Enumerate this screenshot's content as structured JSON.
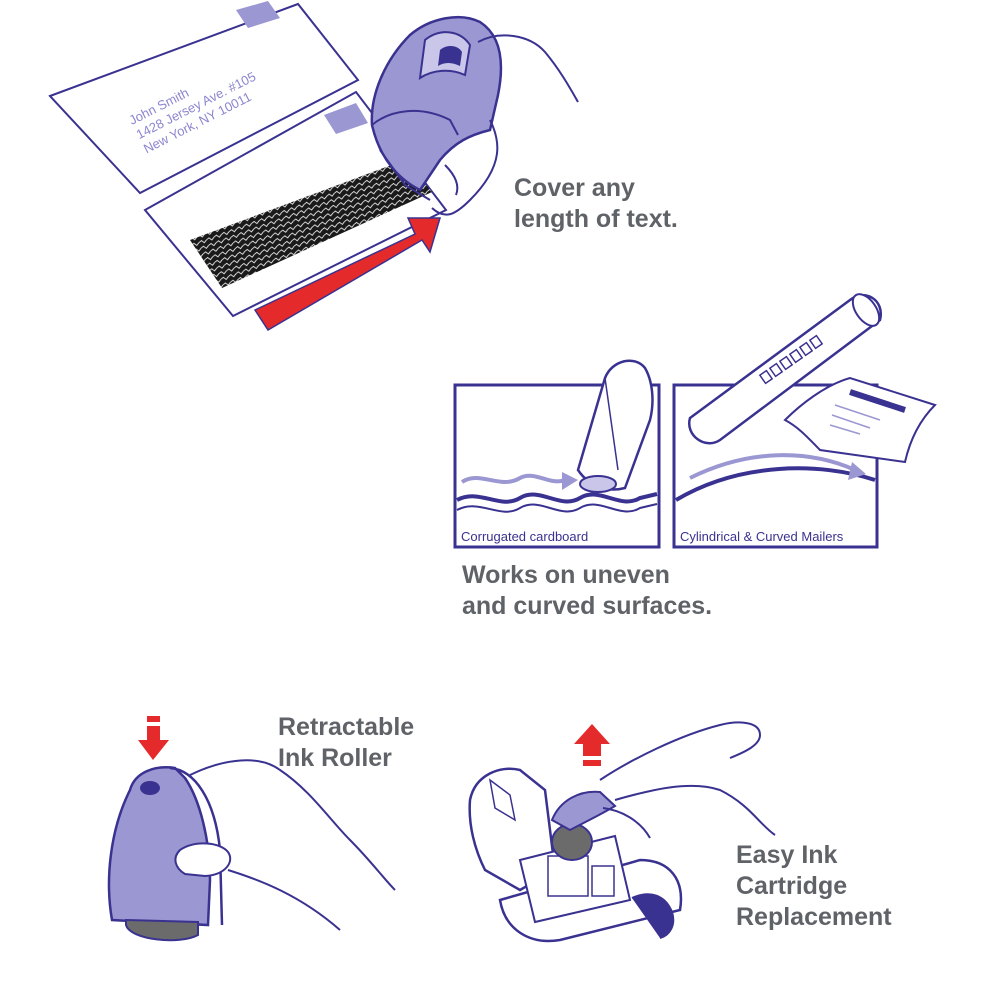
{
  "colors": {
    "outline": "#3a3290",
    "device_fill": "#9b97d2",
    "device_light": "#c9c6ea",
    "arrow_red": "#e42a2a",
    "caption_gray": "#5f6368",
    "roller": "#6b6b6b"
  },
  "envelope": {
    "address_lines": [
      "John Smith",
      "1428 Jersey Ave. #105",
      "New York, NY 10011"
    ]
  },
  "captions": {
    "cover": [
      "Cover any",
      "length of text."
    ],
    "uneven": [
      "Works on uneven",
      "and curved surfaces."
    ],
    "retractable": [
      "Retractable",
      "Ink Roller"
    ],
    "cartridge": [
      "Easy Ink",
      "Cartridge",
      "Replacement"
    ]
  },
  "panels": {
    "left_label": "Corrugated cardboard",
    "right_label": "Cylindrical & Curved Mailers"
  },
  "icons": [
    "red-arrow-right-icon",
    "red-arrow-down-icon",
    "red-arrow-up-icon",
    "hand-icon",
    "roller-stamp-icon"
  ]
}
